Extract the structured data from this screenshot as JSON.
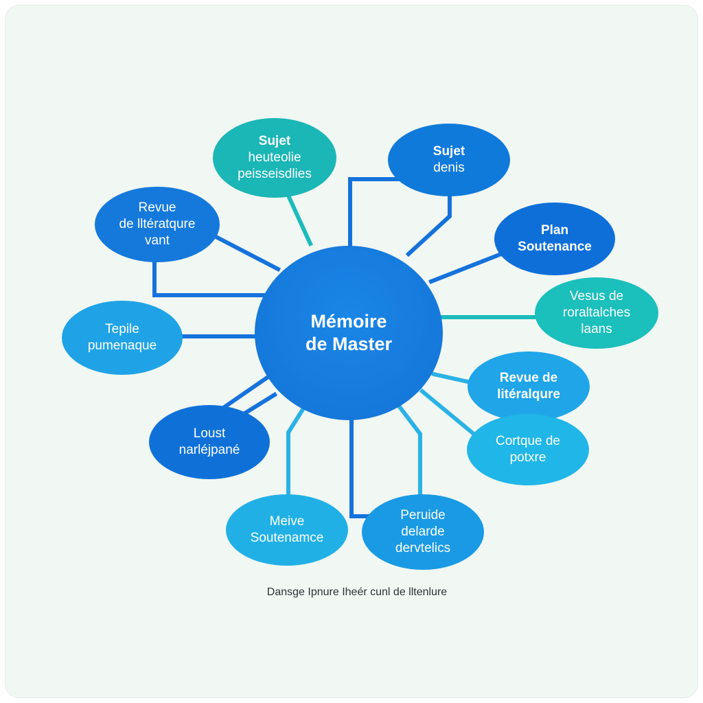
{
  "center": {
    "lines": [
      "Mémoire",
      "de Master"
    ],
    "color": "#1379dc"
  },
  "nodes": [
    {
      "lines": [
        "Sujet",
        "heuteolie",
        "peisseisdlies"
      ],
      "bold": [
        true,
        false,
        false
      ],
      "color": "#1bb6b6"
    },
    {
      "lines": [
        "Sujet",
        "denis"
      ],
      "bold": [
        true,
        false
      ],
      "color": "#107adb"
    },
    {
      "lines": [
        "Revue",
        "de lltératqure",
        "vant"
      ],
      "bold": [
        false,
        false,
        false
      ],
      "color": "#1579dc"
    },
    {
      "lines": [
        "Plan",
        "Soutenance"
      ],
      "bold": [
        true,
        true
      ],
      "color": "#0e6fd9"
    },
    {
      "lines": [
        "Vesus de",
        "roraltalches",
        "laans"
      ],
      "bold": [
        false,
        false,
        false
      ],
      "color": "#1bbfbb"
    },
    {
      "lines": [
        "Tepile",
        "pumenaque"
      ],
      "bold": [
        false,
        false
      ],
      "color": "#1fa3e6"
    },
    {
      "lines": [
        "Revue de",
        "litéralqure"
      ],
      "bold": [
        true,
        true
      ],
      "color": "#1fa5e8"
    },
    {
      "lines": [
        "Loust",
        "narléjpané"
      ],
      "bold": [
        false,
        false
      ],
      "color": "#0f71d8"
    },
    {
      "lines": [
        "Cortque de",
        "potxre"
      ],
      "bold": [
        false,
        false
      ],
      "color": "#20b6e8"
    },
    {
      "lines": [
        "Meive",
        "Soutenamce"
      ],
      "bold": [
        false,
        false
      ],
      "color": "#21b0e6"
    },
    {
      "lines": [
        "Peruide",
        "delarde",
        "dervtelics"
      ],
      "bold": [
        false,
        false,
        false
      ],
      "color": "#1a9ae4"
    }
  ],
  "caption": "Dansge Ipnure Iheér cunl de lltenlure",
  "colors": {
    "link_blue": "#1572dc",
    "link_teal": "#1cbcbc",
    "link_light": "#2ab2e6",
    "background": "#f1f7f3"
  }
}
